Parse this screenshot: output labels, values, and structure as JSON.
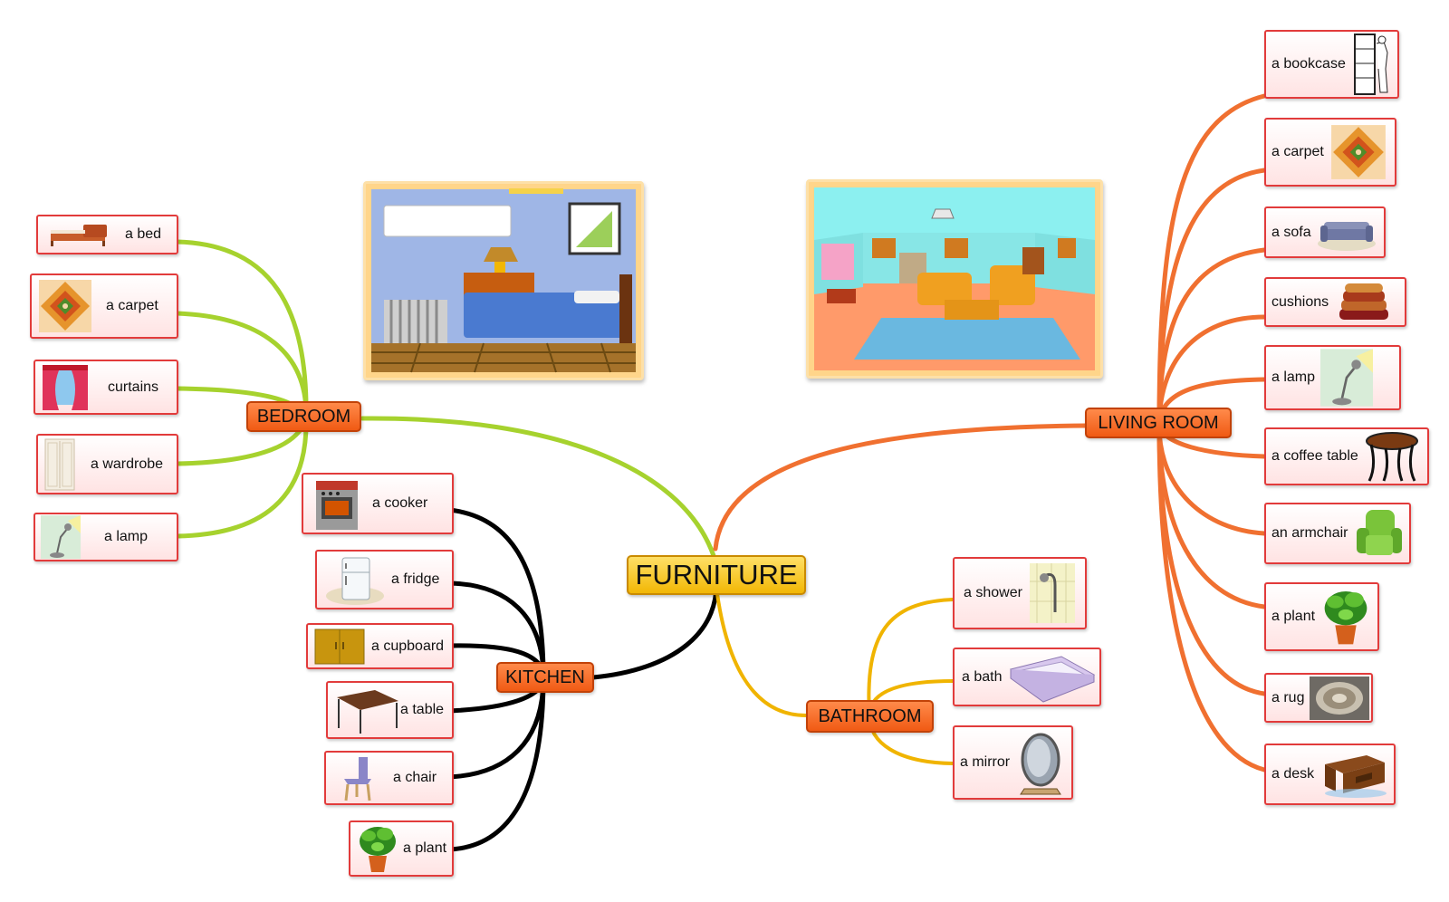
{
  "root": "FURNITURE",
  "branches": {
    "bedroom": {
      "label": "BEDROOM",
      "color": "#a6d22e",
      "items": [
        "a bed",
        "a carpet",
        "curtains",
        "a wardrobe",
        "a lamp"
      ]
    },
    "kitchen": {
      "label": "KITCHEN",
      "color": "#000000",
      "items": [
        "a cooker",
        "a fridge",
        "a cupboard",
        "a table",
        "a chair",
        "a plant"
      ]
    },
    "bathroom": {
      "label": "BATHROOM",
      "color": "#f0b400",
      "items": [
        "a shower",
        "a bath",
        "a mirror"
      ]
    },
    "living_room": {
      "label": "LIVING ROOM",
      "color": "#f07030",
      "items": [
        "a bookcase",
        "a carpet",
        "a sofa",
        "cushions",
        "a lamp",
        "a coffee table",
        "an armchair",
        "a plant",
        "a rug",
        "a desk"
      ]
    }
  },
  "icons": {
    "bedroom": [
      "bed-icon",
      "carpet-icon",
      "curtains-icon",
      "wardrobe-icon",
      "lamp-icon"
    ],
    "kitchen": [
      "cooker-icon",
      "fridge-icon",
      "cupboard-icon",
      "table-icon",
      "chair-icon",
      "plant-icon"
    ],
    "bathroom": [
      "shower-icon",
      "bath-icon",
      "mirror-icon"
    ],
    "living_room": [
      "bookcase-icon",
      "carpet-icon",
      "sofa-icon",
      "cushions-icon",
      "lamp-icon",
      "coffee-table-icon",
      "armchair-icon",
      "plant-icon",
      "rug-icon",
      "desk-icon"
    ]
  },
  "scenes": [
    "bedroom-scene-illustration",
    "living-room-scene-illustration"
  ]
}
